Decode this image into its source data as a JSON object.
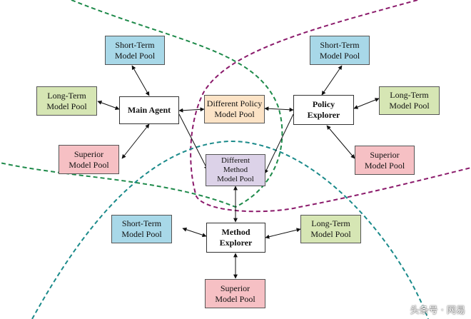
{
  "nodes": {
    "main_agent": "Main Agent",
    "policy_explorer": "Policy\nExplorer",
    "method_explorer": "Method\nExplorer",
    "different_policy_pool": "Different Policy\nModel Pool",
    "different_method_pool": "Different\nMethod\nModel Pool",
    "main_short_term": "Short-Term\nModel Pool",
    "main_long_term": "Long-Term\nModel Pool",
    "main_superior": "Superior\nModel Pool",
    "policy_short_term": "Short-Term\nModel Pool",
    "policy_long_term": "Long-Term\nModel Pool",
    "policy_superior": "Superior\nModel Pool",
    "method_short_term": "Short-Term\nModel Pool",
    "method_long_term": "Long-Term\nModel Pool",
    "method_superior": "Superior\nModel Pool"
  },
  "colors": {
    "short_term": "#a8d8e8",
    "long_term": "#d6e6b4",
    "superior": "#f6c0c4",
    "different_policy": "#fce3c6",
    "different_method": "#dcd2e8",
    "boundary_green": "#1e8a4a",
    "boundary_purple": "#8b1a6b",
    "boundary_teal": "#1a8a8a"
  },
  "watermark": "头条号 · 网易"
}
